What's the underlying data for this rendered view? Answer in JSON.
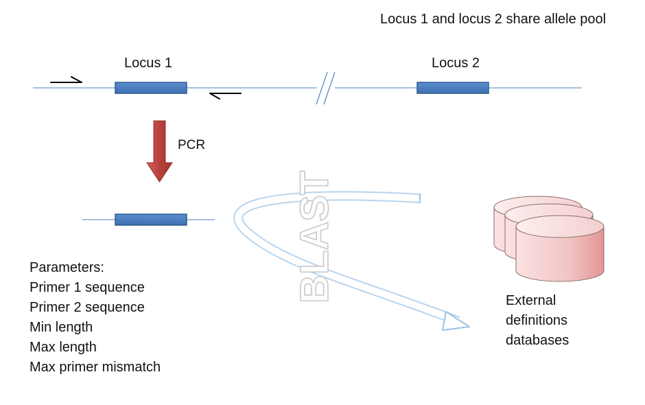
{
  "title": "Locus 1 and locus 2 share allele pool",
  "loci": {
    "locus1": "Locus 1",
    "locus2": "Locus 2"
  },
  "process": {
    "pcr": "PCR",
    "blast": "BLAST"
  },
  "parameters": {
    "heading": "Parameters:",
    "items": [
      "Primer 1 sequence",
      "Primer 2 sequence",
      "Min length",
      "Max length",
      "Max primer mismatch"
    ]
  },
  "database": {
    "lines": [
      "External",
      "definitions",
      "databases"
    ]
  },
  "colors": {
    "gene_box": "#4f81bd",
    "gene_box_border": "#2c5c8f",
    "dna_line": "#4f81bd",
    "pcr_arrow": "#c0504d",
    "blast_outline": "#9cc3e6",
    "database_fill": "#f2c4c4"
  }
}
